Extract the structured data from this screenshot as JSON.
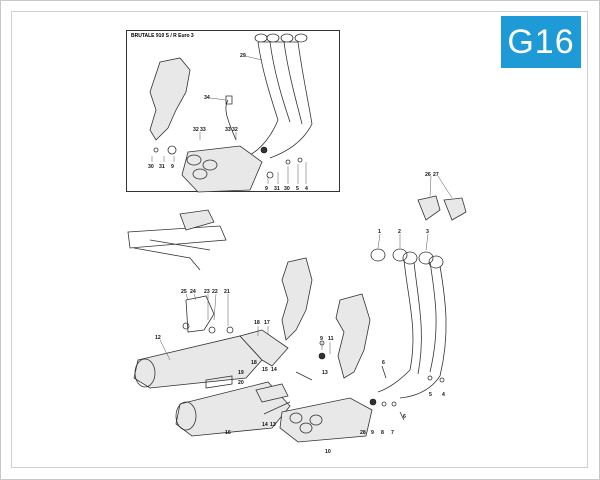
{
  "badge": "G16",
  "inset_title": "BRUTALE 910 S / R Euro 3",
  "inset_labels": [
    {
      "t": "29"
    },
    {
      "t": "34"
    },
    {
      "t": "32"
    },
    {
      "t": "33"
    },
    {
      "t": "33"
    },
    {
      "t": "32"
    },
    {
      "t": "30"
    },
    {
      "t": "31"
    },
    {
      "t": "9"
    },
    {
      "t": "9"
    },
    {
      "t": "31"
    },
    {
      "t": "30"
    },
    {
      "t": "5"
    },
    {
      "t": "4"
    }
  ],
  "main_labels": [
    {
      "t": "26"
    },
    {
      "t": "27"
    },
    {
      "t": "1"
    },
    {
      "t": "2"
    },
    {
      "t": "3"
    },
    {
      "t": "25"
    },
    {
      "t": "24"
    },
    {
      "t": "23"
    },
    {
      "t": "22"
    },
    {
      "t": "21"
    },
    {
      "t": "18"
    },
    {
      "t": "17"
    },
    {
      "t": "12"
    },
    {
      "t": "9"
    },
    {
      "t": "11"
    },
    {
      "t": "6"
    },
    {
      "t": "18"
    },
    {
      "t": "19"
    },
    {
      "t": "15"
    },
    {
      "t": "14"
    },
    {
      "t": "13"
    },
    {
      "t": "20"
    },
    {
      "t": "16"
    },
    {
      "t": "14"
    },
    {
      "t": "13"
    },
    {
      "t": "10"
    },
    {
      "t": "28"
    },
    {
      "t": "9"
    },
    {
      "t": "8"
    },
    {
      "t": "7"
    },
    {
      "t": "6"
    },
    {
      "t": "5"
    },
    {
      "t": "4"
    }
  ],
  "colors": {
    "badge_bg": "#1e9bd7",
    "line": "#333333"
  }
}
